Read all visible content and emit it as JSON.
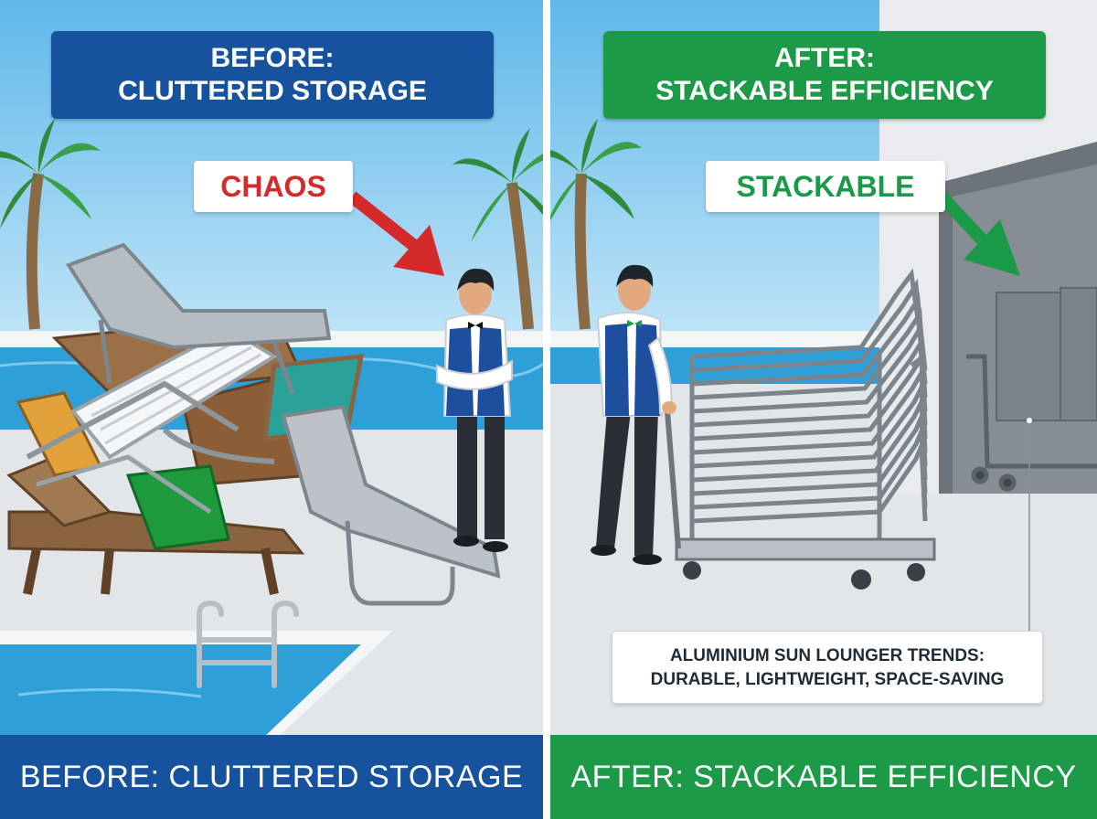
{
  "colors": {
    "before_blue": "#16529e",
    "after_green": "#1d9a48",
    "chaos_red": "#d42a2a",
    "stack_green": "#1a9a48",
    "sky": "#7fc7ee",
    "pool": "#2f9fd8",
    "deck": "#e3e6e9"
  },
  "before": {
    "title_line1": "BEFORE:",
    "title_line2": "CLUTTERED STORAGE",
    "tag": "CHAOS",
    "footer": "BEFORE: CLUTTERED STORAGE"
  },
  "after": {
    "title_line1": "AFTER:",
    "title_line2": "STACKABLE EFFICIENCY",
    "tag": "STACKABLE",
    "footer": "AFTER: STACKABLE EFFICIENCY",
    "info_line1": "ALUMINIUM SUN LOUNGER TRENDS:",
    "info_line2": "DURABLE, LIGHTWEIGHT, SPACE-SAVING"
  },
  "icons": [
    "palm-tree-icon",
    "red-arrow-icon",
    "green-arrow-icon",
    "staff-person-icon",
    "lounger-stack-icon",
    "cart-icon",
    "pool-ladder-icon"
  ]
}
